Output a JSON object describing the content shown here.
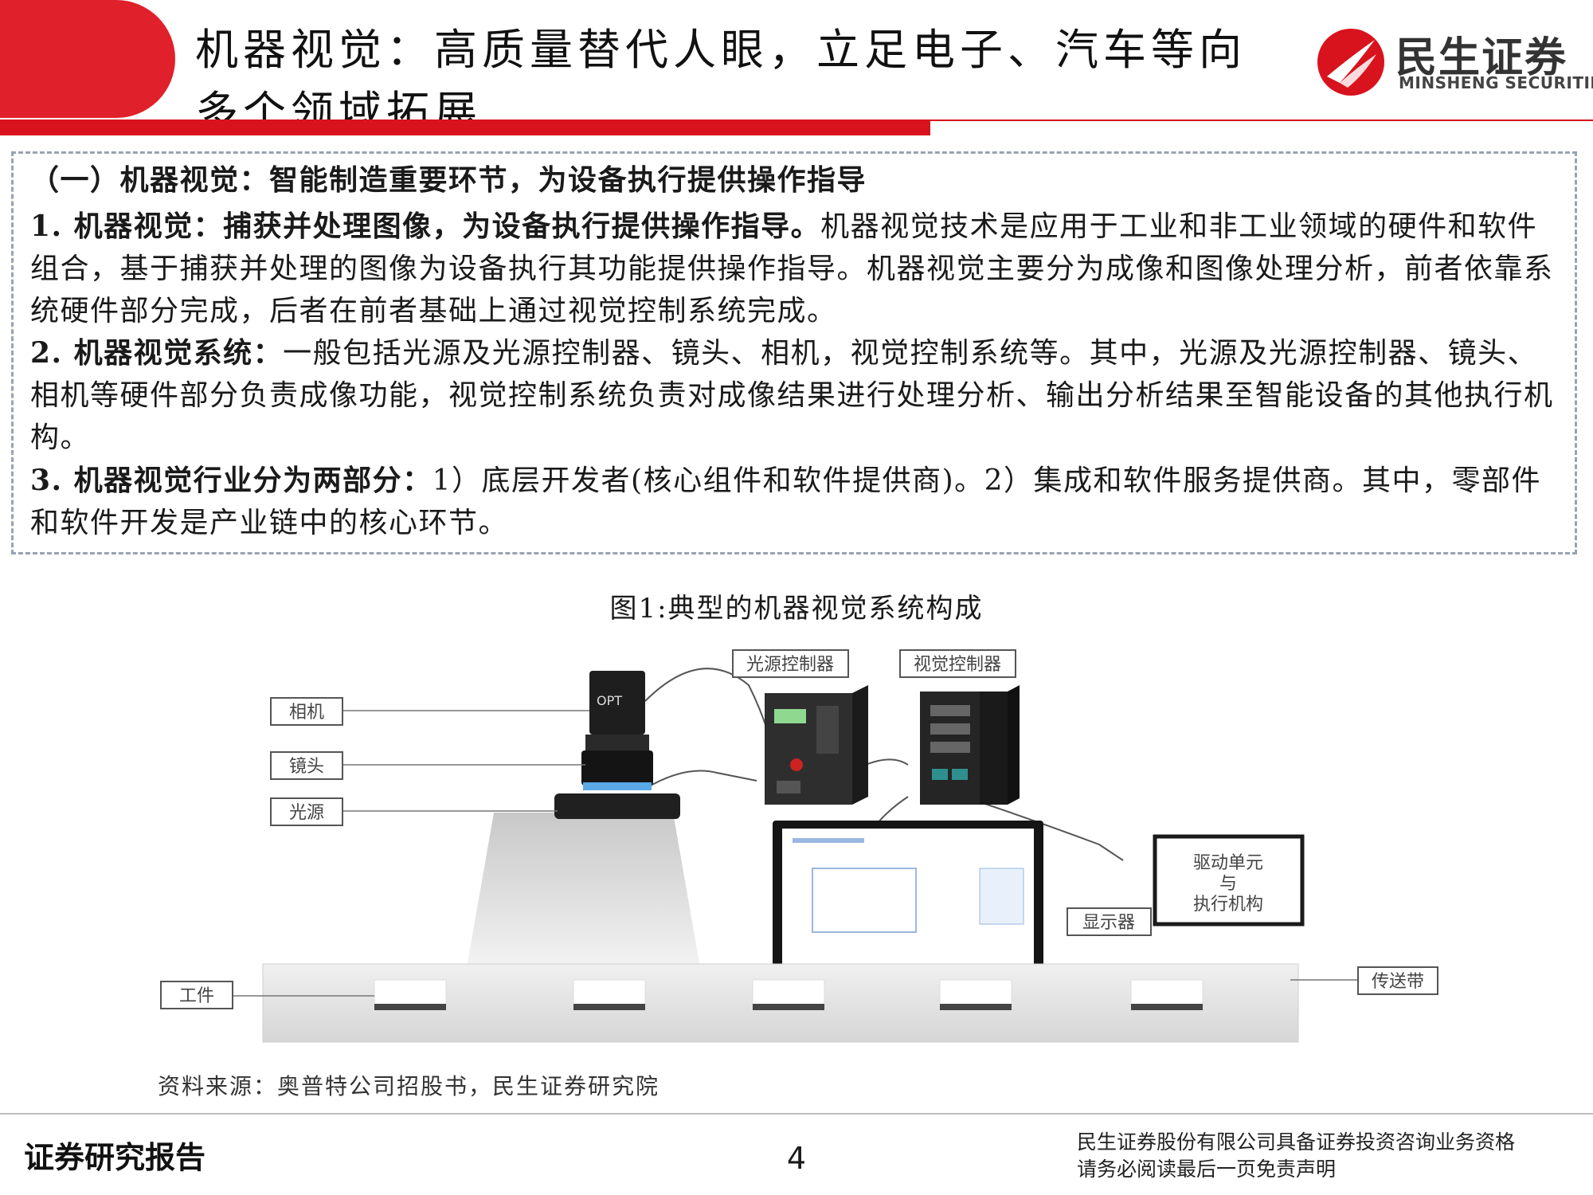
{
  "header": {
    "title_line1": "机器视觉：高质量替代人眼，立足电子、汽车等向",
    "title_line2": "多个领域拓展",
    "logo_cn": "民生证券",
    "logo_en": "MINSHENG SECURITIES",
    "accent_color": "#d8131d"
  },
  "summary": {
    "heading": "（一）机器视觉：智能制造重要环节，为设备执行提供操作指导",
    "points": [
      {
        "bold": "1. 机器视觉：捕获并处理图像，为设备执行提供操作指导。",
        "text": "机器视觉技术是应用于工业和非工业领域的硬件和软件组合，基于捕获并处理的图像为设备执行其功能提供操作指导。机器视觉主要分为成像和图像处理分析，前者依靠系统硬件部分完成，后者在前者基础上通过视觉控制系统完成。"
      },
      {
        "bold": "2. 机器视觉系统：",
        "text": "一般包括光源及光源控制器、镜头、相机，视觉控制系统等。其中，光源及光源控制器、镜头、相机等硬件部分负责成像功能，视觉控制系统负责对成像结果进行处理分析、输出分析结果至智能设备的其他执行机构。"
      },
      {
        "bold": "3. 机器视觉行业分为两部分：",
        "text": "1）底层开发者(核心组件和软件提供商)。2）集成和软件服务提供商。其中，零部件和软件开发是产业链中的核心环节。"
      }
    ]
  },
  "figure": {
    "caption": "图1:典型的机器视觉系统构成",
    "labels": {
      "camera": "相机",
      "lens": "镜头",
      "light": "光源",
      "light_controller": "光源控制器",
      "vision_controller": "视觉控制器",
      "drive_line1": "驱动单元",
      "drive_line2": "与",
      "drive_line3": "执行机构",
      "display": "显示器",
      "workpiece": "工件",
      "conveyor": "传送带"
    },
    "source": "资料来源：奥普特公司招股书，民生证券研究院"
  },
  "footer": {
    "left": "证券研究报告",
    "page": "4",
    "right_line1": "民生证券股份有限公司具备证券投资咨询业务资格",
    "right_line2": "请务必阅读最后一页免责声明"
  }
}
